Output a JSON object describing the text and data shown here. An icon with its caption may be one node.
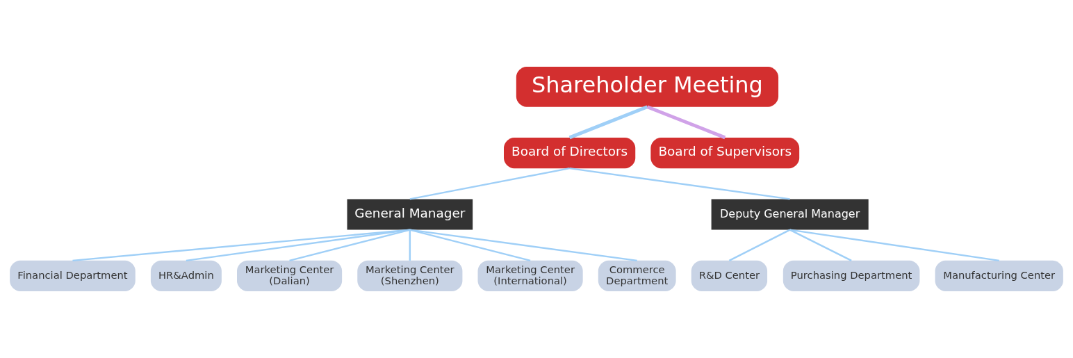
{
  "diagram": {
    "nodes": [
      {
        "text": [
          "Shareholder Meeting"
        ]
      },
      {
        "text": [
          "Board of Directors"
        ]
      },
      {
        "text": [
          "Board of Supervisors"
        ]
      },
      {
        "text": [
          "General Manager"
        ]
      },
      {
        "text": [
          "Deputy General Manager"
        ]
      },
      {
        "text": [
          "Financial Department"
        ]
      },
      {
        "text": [
          "HR&Admin"
        ]
      },
      {
        "text": [
          "Marketing Center (Dalian)"
        ]
      },
      {
        "text": [
          "Marketing Center (Shenzhen)"
        ]
      },
      {
        "text": [
          "Marketing Center (International)"
        ]
      },
      {
        "text": [
          "Commerce Department"
        ]
      },
      {
        "text": [
          "R&D Center"
        ]
      },
      {
        "text": [
          "Purchasing Department"
        ]
      },
      {
        "text": [
          "Manufacturing Center"
        ]
      }
    ],
    "edges": [
      {
        "from": 0,
        "to": 1,
        "arrow": "none",
        "style": "thick"
      },
      {
        "from": 0,
        "to": 2,
        "arrow": "none",
        "style": "thick",
        "color": "#d0a2e8"
      },
      {
        "from": 1,
        "to": 3,
        "arrow": "none"
      },
      {
        "from": 1,
        "to": 4,
        "arrow": "none"
      },
      {
        "from": 3,
        "to": 5,
        "arrow": "none"
      },
      {
        "from": 3,
        "to": 6,
        "arrow": "none"
      },
      {
        "from": 3,
        "to": 7,
        "arrow": "none"
      },
      {
        "from": 3,
        "to": 8,
        "arrow": "none"
      },
      {
        "from": 3,
        "to": 9,
        "arrow": "none"
      },
      {
        "from": 3,
        "to": 10,
        "arrow": "none"
      },
      {
        "from": 4,
        "to": 11,
        "arrow": "none"
      },
      {
        "from": 4,
        "to": 12,
        "arrow": "none"
      },
      {
        "from": 4,
        "to": 13,
        "arrow": "none"
      }
    ]
  }
}
